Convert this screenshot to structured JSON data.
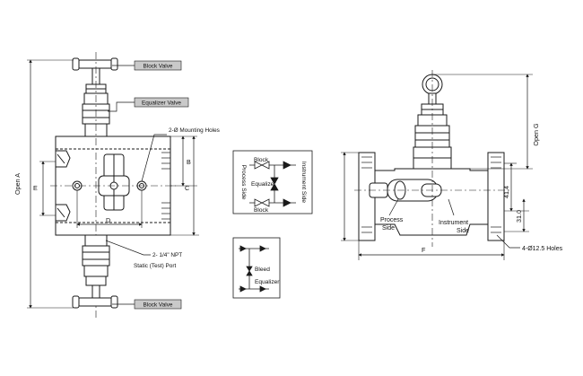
{
  "labels": {
    "block_valve_top": "Block Valve",
    "equalizer_valve": "Equalizer Valve",
    "mounting_holes": "2-Ø Mounting Holes",
    "npt_line1": "2- 1/4\" NPT",
    "npt_line2": "Static (Test) Port",
    "block_valve_bottom": "Block Valve",
    "open_a": "Open A",
    "dim_b": "B",
    "dim_c": "C",
    "dim_d": "D",
    "dim_e": "E",
    "schematic1": {
      "process_side": "Process Side",
      "instrument_side": "Instrument Side",
      "block_top": "Block",
      "equalizer": "Equalizer",
      "block_bottom": "Block"
    },
    "schematic2": {
      "bleed": "Bleed",
      "equalizer": "Equalizer"
    },
    "open_g": "Open G",
    "dim_41_4": "41.4",
    "dim_31_0": "31.0",
    "process_side": [
      "Process",
      "Side"
    ],
    "instrument_side": [
      "Instrument",
      "Side"
    ],
    "dim_f": "F",
    "holes": "4-Ø12.5 Holes"
  },
  "colors": {
    "stroke": "#1a1a1a",
    "label_fill": "#c9c9c9"
  }
}
